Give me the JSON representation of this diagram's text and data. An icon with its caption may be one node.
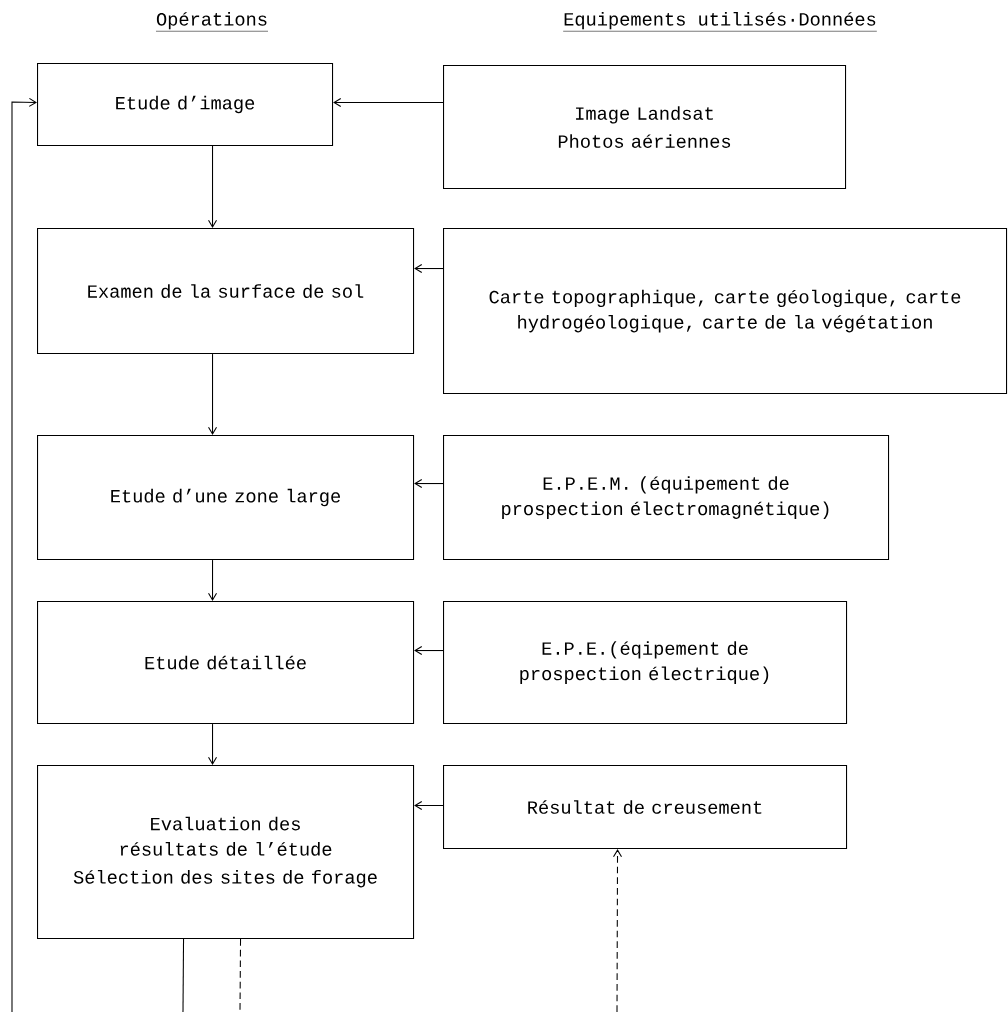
{
  "diagram": {
    "nodes": [
      {
        "text": [
          "Etude d’image"
        ]
      },
      {
        "text": [
          "Image Landsat",
          "Photos aériennes"
        ]
      },
      {
        "text": [
          "Examen de la surface de sol"
        ]
      },
      {
        "text": [
          "Carte topographique, carte géologique, carte hydrogéologique, carte de la végétation"
        ]
      },
      {
        "text": [
          "Etude d’une zone large"
        ]
      },
      {
        "text": [
          "E.P.E.M. (équipement de prospection électromagnétique)"
        ]
      },
      {
        "text": [
          "Etude détaillée"
        ]
      },
      {
        "text": [
          "E.P.E.(éqipement de prospection électrique)"
        ]
      },
      {
        "text": [
          "Evaluation des résultats de l’étude",
          "Sélection des sites de forage"
        ]
      },
      {
        "text": [
          "Résultat de creusement"
        ]
      }
    ],
    "edges": [
      {
        "from": 0,
        "to": 2,
        "arrow": "to"
      },
      {
        "from": 2,
        "to": 4,
        "arrow": "to"
      },
      {
        "from": 4,
        "to": 6,
        "arrow": "to"
      },
      {
        "from": 6,
        "to": 8,
        "arrow": "to"
      },
      {
        "from": 1,
        "to": 0,
        "arrow": "to"
      },
      {
        "from": 3,
        "to": 2,
        "arrow": "to"
      },
      {
        "from": 5,
        "to": 4,
        "arrow": "to"
      },
      {
        "from": 7,
        "to": 6,
        "arrow": "to"
      },
      {
        "from": 9,
        "to": 8,
        "arrow": "to"
      },
      {
        "from": null,
        "to": 0,
        "arrow": "to"
      },
      {
        "from": 8,
        "to": null,
        "arrow": "none"
      },
      {
        "from": 8,
        "to": null,
        "arrow": "none",
        "style": "dashed"
      },
      {
        "from": null,
        "to": 9,
        "arrow": "to",
        "style": "dashed"
      }
    ],
    "labels": [
      "Opérations",
      "Equipements utilisés·Données"
    ]
  }
}
